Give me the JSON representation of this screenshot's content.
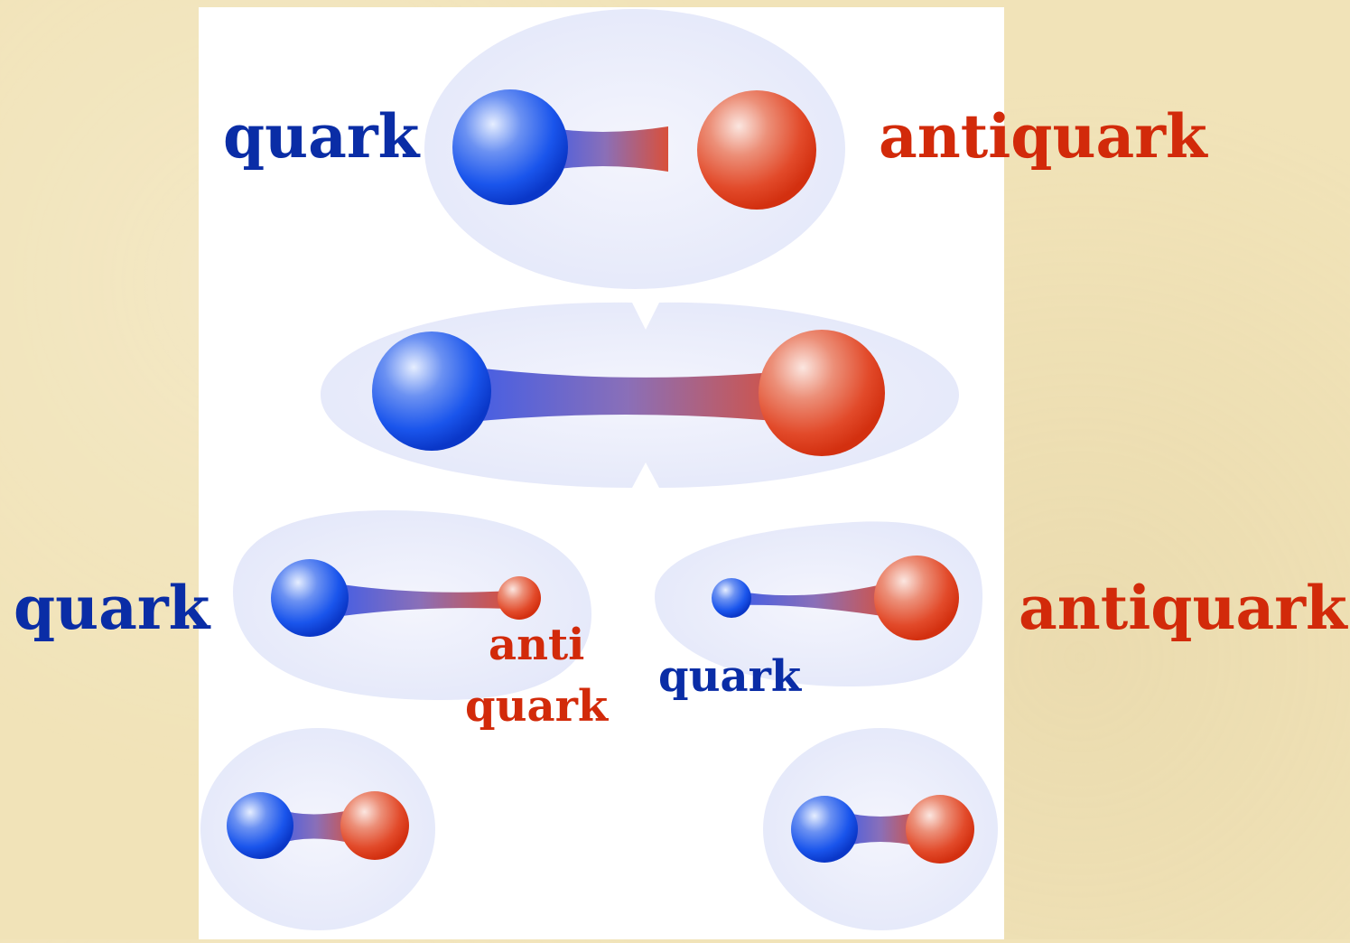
{
  "colors": {
    "background": "#f1e3b8",
    "panel": "#ffffff",
    "cloud": "#e9ecfb",
    "quark": "#1148e6",
    "antiquark": "#e0341a",
    "quark_label": "#0a2da6",
    "antiquark_label": "#d22a0a"
  },
  "labels": {
    "top_quark": "quark",
    "top_antiquark": "antiquark",
    "mid_quark": "quark",
    "mid_antiquark": "antiquark",
    "pair_anti_line1": "anti",
    "pair_anti_line2": "quark",
    "pair_quark": "quark"
  }
}
